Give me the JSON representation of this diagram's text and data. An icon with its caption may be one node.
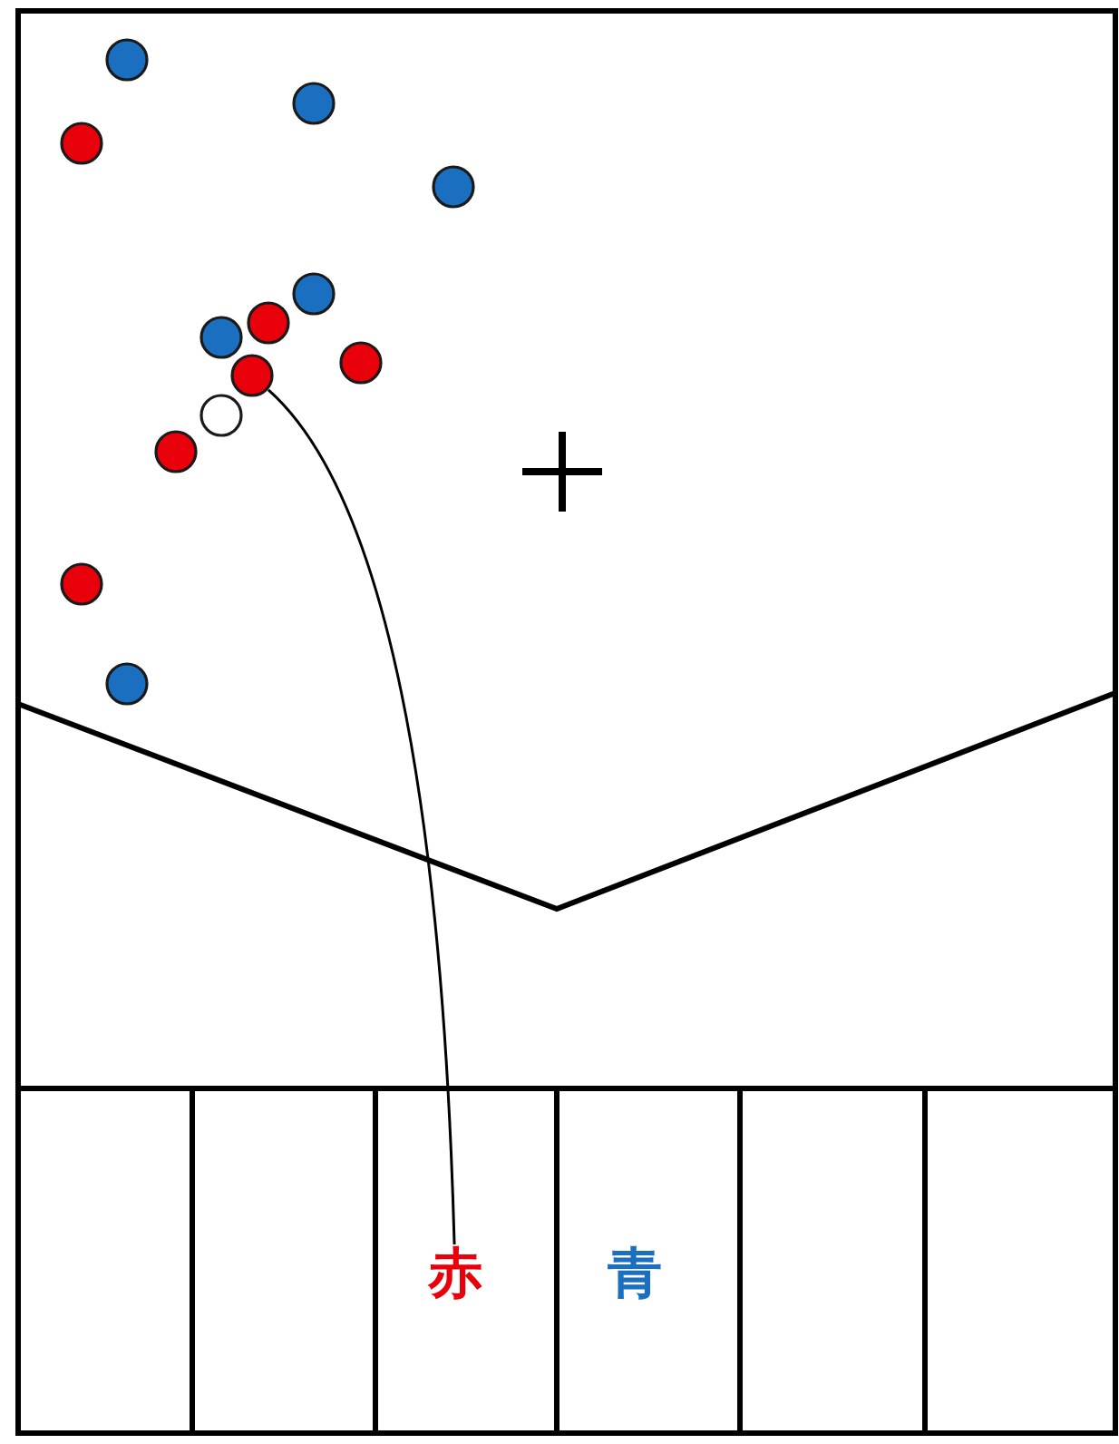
{
  "diagram": {
    "nodes": [
      {
        "text": [],
        "shape": "circle"
      },
      {
        "text": [],
        "shape": "circle"
      },
      {
        "text": [],
        "shape": "circle"
      },
      {
        "text": [],
        "shape": "circle"
      },
      {
        "text": [],
        "shape": "circle"
      },
      {
        "text": [],
        "shape": "circle"
      },
      {
        "text": [],
        "shape": "circle"
      },
      {
        "text": [],
        "shape": "circle"
      },
      {
        "text": [],
        "shape": "circle"
      },
      {
        "text": [],
        "shape": "circle"
      },
      {
        "text": [],
        "shape": "circle"
      },
      {
        "text": [],
        "shape": "circle"
      },
      {
        "text": [],
        "shape": "circle"
      },
      {
        "text": [
          "赤"
        ]
      }
    ],
    "edges": [
      {
        "from": 13,
        "to": 8,
        "arrow": "none"
      }
    ],
    "labels": [
      "青"
    ]
  }
}
